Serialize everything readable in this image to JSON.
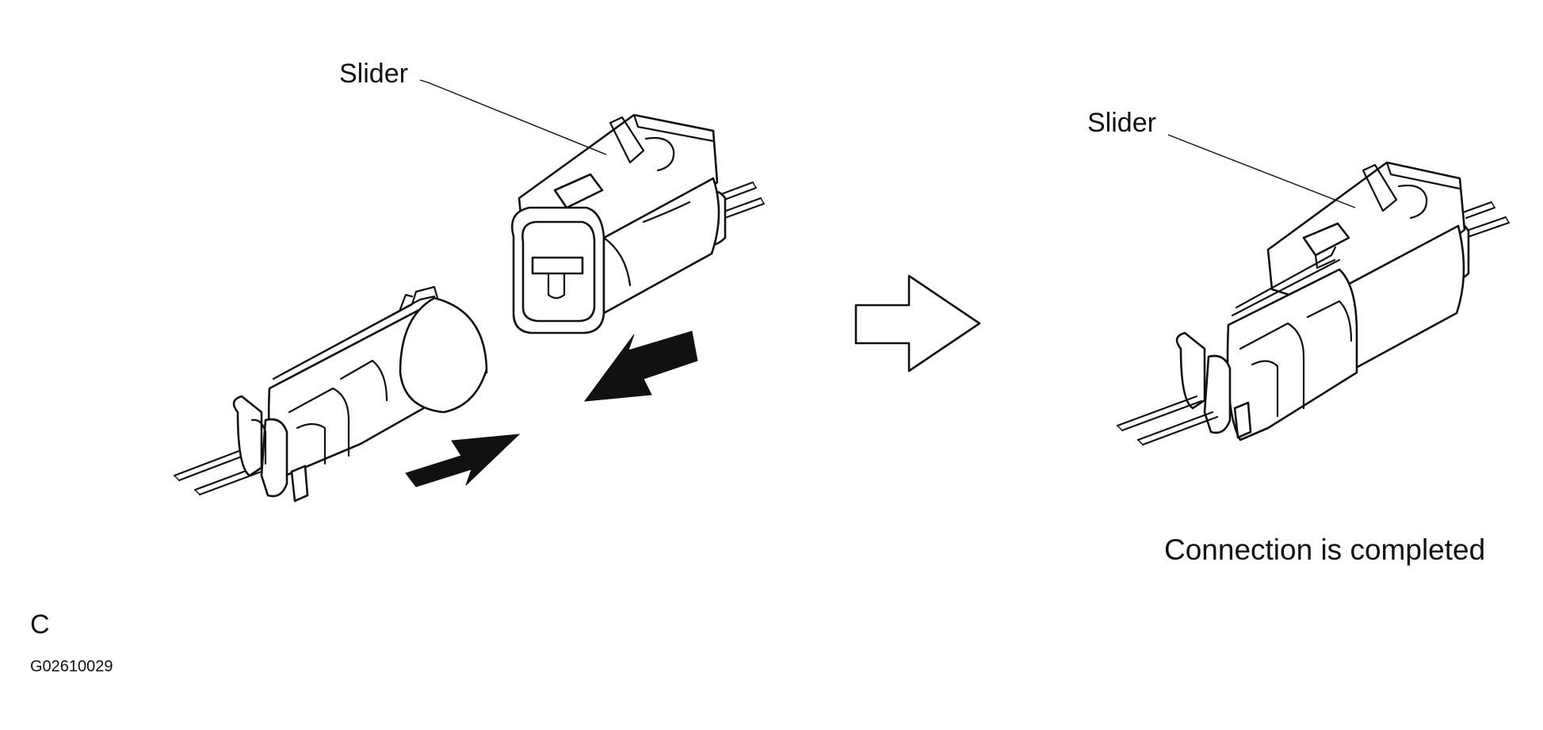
{
  "labels": {
    "slider_left": "Slider",
    "slider_right": "Slider",
    "caption": "Connection is completed",
    "figure_letter": "C",
    "figure_code": "G02610029"
  },
  "colors": {
    "ink": "#111111",
    "background": "#ffffff"
  },
  "icons": {
    "push_arrows": "solid-black-arrow",
    "result_arrow": "outline-right-arrow"
  }
}
